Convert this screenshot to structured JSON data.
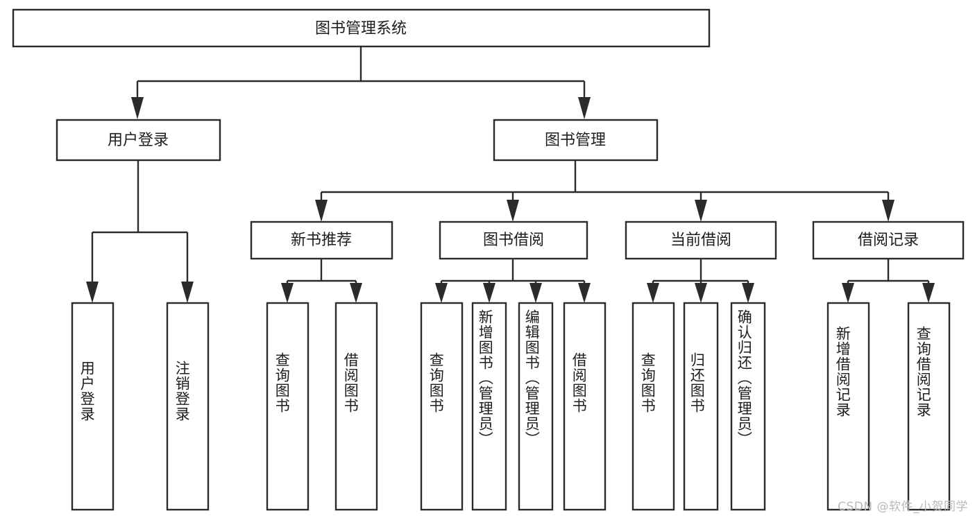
{
  "diagram": {
    "title": "图书管理系统",
    "type": "hierarchy-tree",
    "orientation": "top-down",
    "colors": {
      "background": "#ffffff",
      "stroke": "#2b2b2b",
      "fill": "#ffffff",
      "text": "#1d1d1d",
      "watermark": "#b9b9b9"
    }
  },
  "nodes": {
    "root": {
      "label": "图书管理系统",
      "level": 1
    },
    "level2": [
      {
        "id": "user-login",
        "label": "用户登录"
      },
      {
        "id": "book-manage",
        "label": "图书管理"
      }
    ],
    "level3": [
      {
        "id": "new-book-recommend",
        "label": "新书推荐",
        "parent": "book-manage"
      },
      {
        "id": "book-borrow",
        "label": "图书借阅",
        "parent": "book-manage"
      },
      {
        "id": "current-borrow",
        "label": "当前借阅",
        "parent": "book-manage"
      },
      {
        "id": "borrow-record",
        "label": "借阅记录",
        "parent": "book-manage"
      }
    ],
    "leaves": {
      "user-login": [
        {
          "id": "leaf-user-login",
          "label": "用户登录"
        },
        {
          "id": "leaf-logout-login",
          "label": "注销登录"
        }
      ],
      "new-book-recommend": [
        {
          "id": "leaf-query-book-1",
          "label": "查询图书"
        },
        {
          "id": "leaf-borrow-book-1",
          "label": "借阅图书"
        }
      ],
      "book-borrow": [
        {
          "id": "leaf-query-book-2",
          "label": "查询图书"
        },
        {
          "id": "leaf-add-book",
          "label": "新增图书（管理员）"
        },
        {
          "id": "leaf-edit-book",
          "label": "编辑图书（管理员）"
        },
        {
          "id": "leaf-borrow-book-2",
          "label": "借阅图书"
        }
      ],
      "current-borrow": [
        {
          "id": "leaf-query-book-3",
          "label": "查询图书"
        },
        {
          "id": "leaf-return-book",
          "label": "归还图书"
        },
        {
          "id": "leaf-confirm-return",
          "label": "确认归还（管理员）"
        }
      ],
      "borrow-record": [
        {
          "id": "leaf-add-record",
          "label": "新增借阅记录"
        },
        {
          "id": "leaf-query-record",
          "label": "查询借阅记录"
        }
      ]
    }
  },
  "watermark": {
    "text": "CSDN @软件_小贺同学"
  }
}
